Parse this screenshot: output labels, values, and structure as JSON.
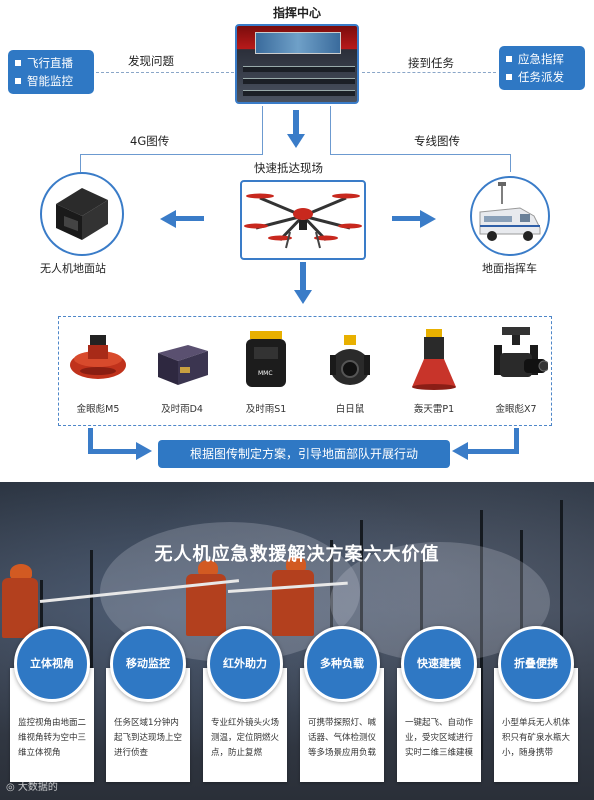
{
  "command_center": {
    "title": "指挥中心"
  },
  "left_box": {
    "items": [
      "飞行直播",
      "智能监控"
    ]
  },
  "right_box": {
    "items": [
      "应急指挥",
      "任务派发"
    ]
  },
  "labels": {
    "discover": "发现问题",
    "receive": "接到任务",
    "g4": "4G图传",
    "dedicated": "专线图传",
    "arrive": "快速抵达现场",
    "ground_station": "无人机地面站",
    "command_vehicle": "地面指挥车"
  },
  "payloads": [
    {
      "name": "金眼彪M5",
      "icon": "searchlight-icon",
      "color": "#c0321c"
    },
    {
      "name": "及时雨D4",
      "icon": "sprayer-icon",
      "color": "#3b3550"
    },
    {
      "name": "及时雨S1",
      "icon": "dropper-icon",
      "color": "#1c1c1c"
    },
    {
      "name": "白日鼠",
      "icon": "gimbal-camera-icon",
      "color": "#2a2a2a"
    },
    {
      "name": "轰天雷P1",
      "icon": "megaphone-icon",
      "color": "#c8342a"
    },
    {
      "name": "金眼彪X7",
      "icon": "zoom-camera-icon",
      "color": "#1a1a1a"
    }
  ],
  "plan": "根据图传制定方案，引导地面部队开展行动",
  "values_title": "无人机应急救援解决方案六大价值",
  "values": [
    {
      "title": "立体视角",
      "text": "监控视角由地面二维视角转为空中三维立体视角"
    },
    {
      "title": "移动监控",
      "text": "任务区域1分钟内起飞到达现场上空进行侦查"
    },
    {
      "title": "红外助力",
      "text": "专业红外镜头火场测温，定位阴燃火点，防止复燃"
    },
    {
      "title": "多种负载",
      "text": "可携带探照灯、喊话器、气体检测仪等多场景应用负载"
    },
    {
      "title": "快速建模",
      "text": "一键起飞、自动作业，受灾区域进行实时二维三维建模"
    },
    {
      "title": "折叠便携",
      "text": "小型单兵无人机体积只有矿泉水瓶大小，随身携带"
    }
  ],
  "watermark": "大数据的",
  "colors": {
    "accent": "#2f78c4",
    "line": "#6c9ad0"
  }
}
